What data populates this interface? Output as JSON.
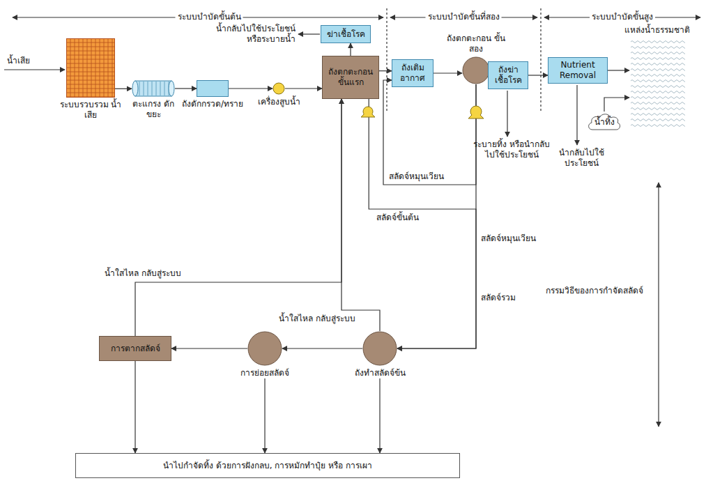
{
  "diagram": {
    "nodes": [
      {
        "text": [
          "ระบบรวบรวม น้ำเสีย"
        ]
      },
      {
        "text": [
          "ตะแกรง ดักขยะ"
        ]
      },
      {
        "text": [
          "ถังดักกรวด/ทราย"
        ]
      },
      {
        "text": [
          "เครื่องสูบน้ำ"
        ]
      },
      {
        "text": [
          "ถังตกตะกอน ขั้นแรก"
        ]
      },
      {
        "text": [
          "ฆ่าเชื้อโรค"
        ]
      },
      {
        "text": [
          "ถังเติม อากาศ"
        ]
      },
      {
        "text": [
          "ถังตกตะกอน ขั้นสอง"
        ]
      },
      {
        "text": [
          "ถังฆ่า เชื้อโรค"
        ]
      },
      {
        "text": [
          "Nutrient Removal"
        ]
      },
      {
        "text": [
          "แหล่งน้ำธรรมชาติ"
        ]
      },
      {
        "text": [
          "การตากสลัดจ์"
        ]
      },
      {
        "text": [
          "การย่อยสลัดจ์"
        ]
      },
      {
        "text": [
          "ถังทำสลัดจ์ข้น"
        ]
      },
      {
        "text": [
          "นำไปกำจัดทิ้ง ด้วยการฝังกลบ, การหมักทำปุ๋ย หรือ การเผา"
        ]
      },
      {
        "text": [
          "น้ำทิ้ง"
        ]
      }
    ],
    "edges": [
      {
        "from": 0,
        "to": 1,
        "arrow": "to"
      },
      {
        "from": 1,
        "to": 2,
        "arrow": "to"
      },
      {
        "from": 2,
        "to": 3,
        "arrow": "to"
      },
      {
        "from": 3,
        "to": 4,
        "arrow": "to"
      },
      {
        "from": 4,
        "to": 6,
        "arrow": "to"
      },
      {
        "from": 4,
        "to": 5,
        "arrow": "to"
      },
      {
        "from": 6,
        "to": 7,
        "arrow": "to"
      },
      {
        "from": 7,
        "to": 8,
        "arrow": "to"
      },
      {
        "from": 8,
        "to": 9,
        "arrow": "to"
      },
      {
        "from": 9,
        "to": 10,
        "arrow": "to"
      },
      {
        "from": 15,
        "to": 10,
        "arrow": "to"
      },
      {
        "from": 4,
        "to": 13,
        "arrow": "to"
      },
      {
        "from": 7,
        "to": 6,
        "arrow": "to"
      },
      {
        "from": 7,
        "to": 13,
        "arrow": "to"
      },
      {
        "from": 13,
        "to": 12,
        "arrow": "to"
      },
      {
        "from": 12,
        "to": 11,
        "arrow": "to"
      },
      {
        "from": 13,
        "to": 4,
        "arrow": "to"
      },
      {
        "from": 11,
        "to": 4,
        "arrow": "to"
      },
      {
        "from": 11,
        "to": 14,
        "arrow": "to"
      },
      {
        "from": 12,
        "to": 14,
        "arrow": "to"
      },
      {
        "from": 13,
        "to": 14,
        "arrow": "to"
      }
    ],
    "labels": [
      "ระบบบำบัดขั้นต้น",
      "ระบบบำบัดขั้นที่สอง",
      "ระบบบำบัดขั้นสูง",
      "น้ำเสีย",
      "น้ำกลับไปใช้ประโยชน์ หรือระบายน้ำ",
      "ระบายทิ้ง หรือนำกลับไปใช้ประโยชน์",
      "นำกลับไปใช้ประโยชน์",
      "สลัดจ์หมุนเวียน",
      "สลัดจ์ขั้นต้น",
      "สลัดจ์หมุนเวียน",
      "สลัดจ์รวม",
      "น้ำใสไหล กลับสู่ระบบ",
      "น้ำใสไหล กลับสู่ระบบ",
      "กรรมวิธีของการกำจัดสลัดจ์"
    ]
  }
}
